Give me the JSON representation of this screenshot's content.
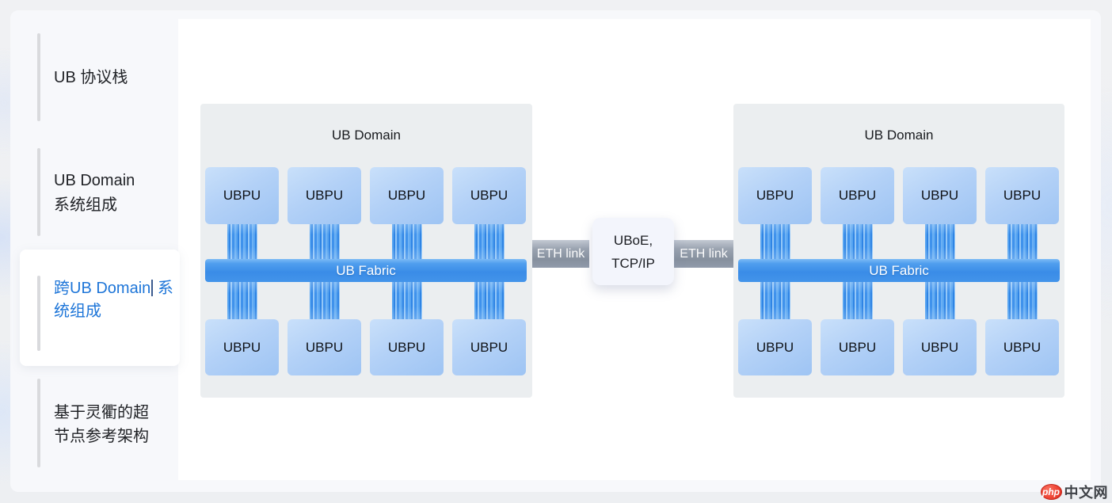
{
  "sidebar": {
    "items": [
      {
        "lines": [
          "UB 协议栈"
        ],
        "active": false
      },
      {
        "lines": [
          "UB Domain",
          "系统组成"
        ],
        "active": false
      },
      {
        "lines": [
          "跨UB",
          "Domain",
          "系统组成"
        ],
        "active": true
      },
      {
        "lines": [
          "基于灵衢的超",
          "节点参考架构"
        ],
        "active": false
      }
    ]
  },
  "diagram": {
    "domains": [
      {
        "title": "UB Domain",
        "fabric_label": "UB Fabric",
        "units_top": [
          "UBPU",
          "UBPU",
          "UBPU",
          "UBPU"
        ],
        "units_bottom": [
          "UBPU",
          "UBPU",
          "UBPU",
          "UBPU"
        ]
      },
      {
        "title": "UB Domain",
        "fabric_label": "UB Fabric",
        "units_top": [
          "UBPU",
          "UBPU",
          "UBPU",
          "UBPU"
        ],
        "units_bottom": [
          "UBPU",
          "UBPU",
          "UBPU",
          "UBPU"
        ]
      }
    ],
    "bridge": {
      "eth_left": "ETH link",
      "eth_right": "ETH link",
      "box_lines": [
        "UBoE,",
        "TCP/IP"
      ]
    }
  },
  "watermark": {
    "badge": "php",
    "site": "中文网"
  },
  "colors": {
    "accent_blue": "#1d75d8",
    "marker_blue": "#1667c9",
    "fabric_blue": "#3d8fe8",
    "unit_fill": "#b3d1f7",
    "eth_gray": "#8a94a2",
    "domain_bg": "#ebeef0",
    "logo_red": "#e6392e"
  }
}
